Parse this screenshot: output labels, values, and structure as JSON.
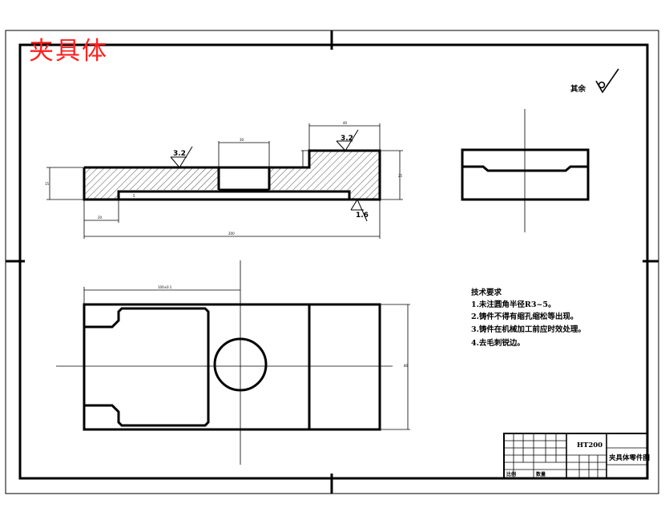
{
  "stamp_title": "夹具体",
  "surface_finish": {
    "general_label": "其余",
    "top_left_value": "3.2",
    "top_right_value": "3.2",
    "bottom_value": "1.6"
  },
  "dimensions": {
    "top_slot_width": "30",
    "step_width": "40",
    "left_height": "15",
    "right_height": "25",
    "bottom_left_offset": "20",
    "overall_length": "200",
    "inner_groove": "5",
    "plan_offset": "100±0.1",
    "plan_height": "80"
  },
  "technical_requirements": {
    "heading": "技术要求",
    "items": [
      "1.未注圆角半径R3~5。",
      "2.铸件不得有缩孔缩松等出现。",
      "3.铸件在机械加工前应时效处理。",
      "4.去毛刺锐边。"
    ]
  },
  "title_block": {
    "material": "HT200",
    "drawing_name": "夹具体零件图",
    "misc_1": "比例",
    "misc_2": "数量"
  },
  "colors": {
    "line": "#000000",
    "stamp": "#ff2020",
    "background": "#ffffff"
  }
}
